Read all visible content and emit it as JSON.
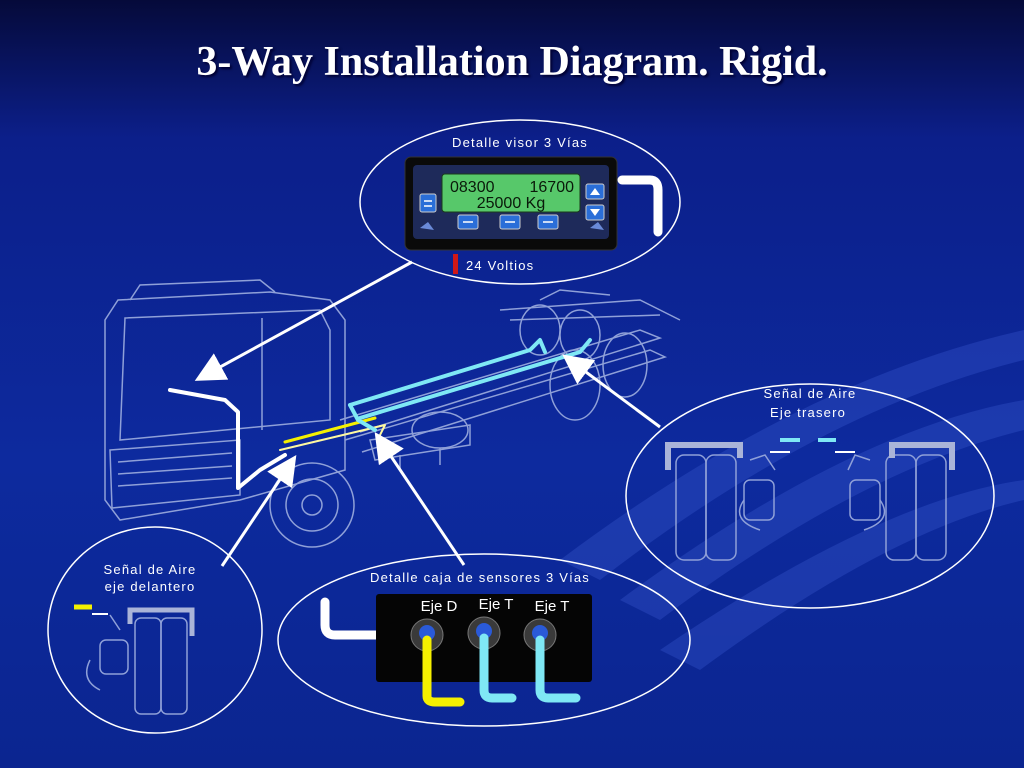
{
  "slide": {
    "title": "3-Way Installation Diagram. Rigid."
  },
  "display_detail": {
    "label": "Detalle visor 3 Vías",
    "lcd_line1_left": "08300",
    "lcd_line1_right": "16700",
    "lcd_line2": "25000 Kg",
    "voltage_label": "24 Voltios"
  },
  "rear_axle_detail": {
    "label_line1": "Señal de Aire",
    "label_line2": "Eje trasero"
  },
  "front_axle_detail": {
    "label_line1": "Señal de Aire",
    "label_line2": "eje delantero"
  },
  "sensor_box_detail": {
    "label": "Detalle caja de sensores 3 Vías",
    "ports": [
      "Eje D",
      "Eje T",
      "Eje T"
    ]
  },
  "colors": {
    "background": "#0d2a9e",
    "lcd_green": "#57c86a",
    "hose_cyan": "#7fe8f5",
    "hose_yellow": "#f5f000",
    "outline": "#8fa0d8"
  }
}
